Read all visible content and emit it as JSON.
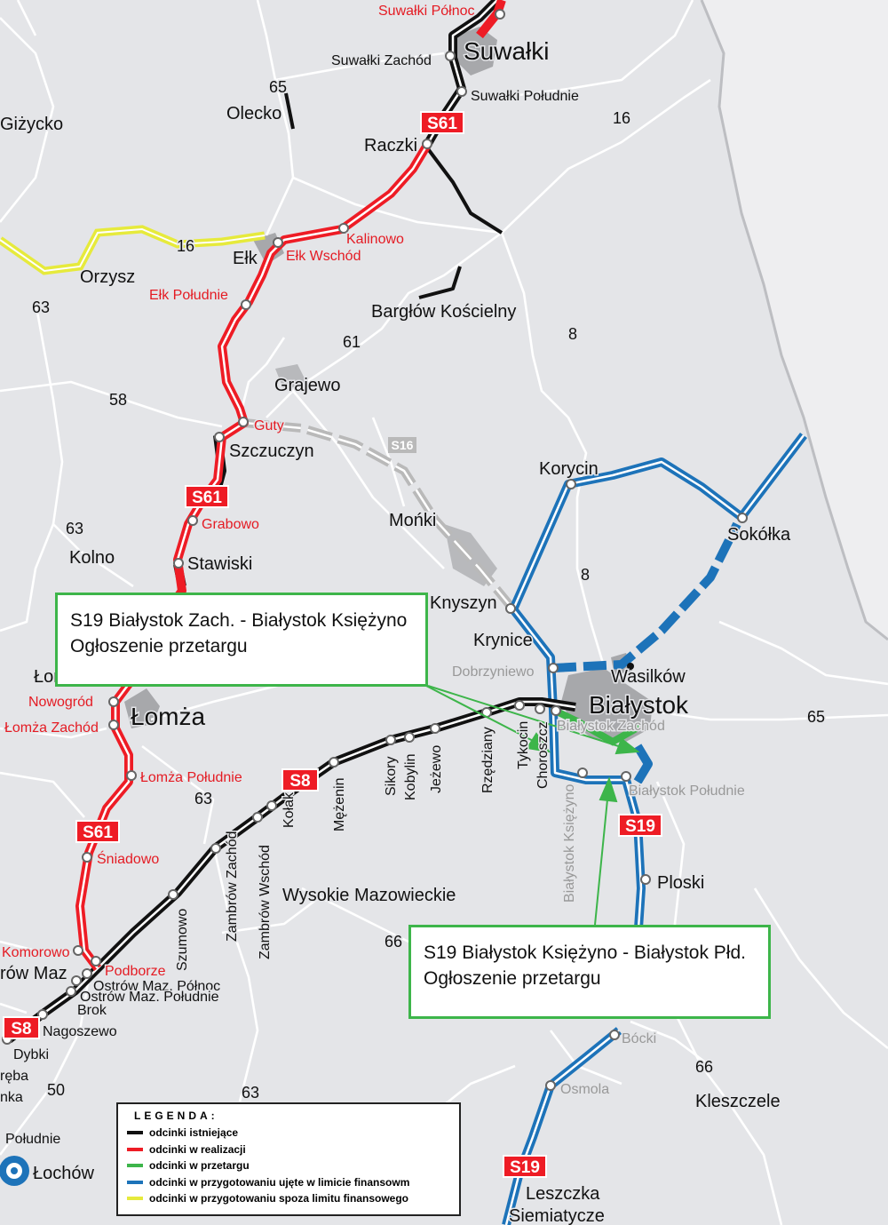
{
  "colors": {
    "background": "#e4e5e8",
    "minor_road": "#ffffff",
    "existing": "#111111",
    "in_construction": "#ee1c25",
    "in_tender": "#3db54a",
    "in_preparation_funded": "#1d73b9",
    "in_preparation_unfunded": "#e6ea3c",
    "planned_gray": "#b9b9b9",
    "border": "#bdbec2",
    "urban_area": "#a7a8ab",
    "red_label": "#e41b23"
  },
  "cities": [
    {
      "name": "Suwałki"
    },
    {
      "name": "Białystok"
    },
    {
      "name": "Łomża"
    }
  ],
  "towns": [
    {
      "name": "Giżycko"
    },
    {
      "name": "Olecko"
    },
    {
      "name": "Raczki"
    },
    {
      "name": "Ełk"
    },
    {
      "name": "Orzysz"
    },
    {
      "name": "Bargłów Kościelny"
    },
    {
      "name": "Grajewo"
    },
    {
      "name": "Szczuczyn"
    },
    {
      "name": "Kolno"
    },
    {
      "name": "Stawiski"
    },
    {
      "name": "Mońki"
    },
    {
      "name": "Korycin"
    },
    {
      "name": "Sokółka"
    },
    {
      "name": "Knyszyn"
    },
    {
      "name": "Krynice"
    },
    {
      "name": "Wasilków"
    },
    {
      "name": "Wysokie Mazowieckie"
    },
    {
      "name": "Ploski"
    },
    {
      "name": "Kleszczele"
    },
    {
      "name": "Leszczka"
    },
    {
      "name": "Siemiatycze"
    },
    {
      "name": "Łochów"
    },
    {
      "name": "rów Maz"
    },
    {
      "name": "Łom"
    }
  ],
  "nodes_black": [
    {
      "name": "Suwałki Zachód"
    },
    {
      "name": "Suwałki Południe"
    },
    {
      "name": "Ostrów Maz. Północ"
    },
    {
      "name": "Ostrów Maz. Południe"
    },
    {
      "name": "Brok"
    },
    {
      "name": "Nagoszewo"
    },
    {
      "name": "Dybki"
    },
    {
      "name": "ręba"
    },
    {
      "name": "nka"
    },
    {
      "name": "Południe"
    }
  ],
  "nodes_red": [
    {
      "name": "Suwałki Północ"
    },
    {
      "name": "Kalinowo"
    },
    {
      "name": "Ełk Wschód"
    },
    {
      "name": "Ełk Południe"
    },
    {
      "name": "Guty"
    },
    {
      "name": "Grabowo"
    },
    {
      "name": "Nowogród"
    },
    {
      "name": "Łomża Zachód"
    },
    {
      "name": "Łomża Południe"
    },
    {
      "name": "Śniadowo"
    },
    {
      "name": "Komorowo"
    },
    {
      "name": "Podborze"
    }
  ],
  "nodes_gray": [
    {
      "name": "Dobrzyniewo"
    },
    {
      "name": "Białystok Zachód"
    },
    {
      "name": "Białystok Południe"
    },
    {
      "name": "Bócki"
    },
    {
      "name": "Osmola"
    }
  ],
  "nodes_vertical": [
    {
      "name": "Szumowo"
    },
    {
      "name": "Zambrów Zachód"
    },
    {
      "name": "Zambrów Wschód"
    },
    {
      "name": "Kołaki"
    },
    {
      "name": "Mężenin"
    },
    {
      "name": "Sikory"
    },
    {
      "name": "Kobylin"
    },
    {
      "name": "Jeżewo"
    },
    {
      "name": "Rzędziany"
    },
    {
      "name": "Tykocin"
    },
    {
      "name": "Choroszcz"
    },
    {
      "name": "Białystok Księżyno"
    }
  ],
  "road_numbers": [
    {
      "text": "65"
    },
    {
      "text": "16"
    },
    {
      "text": "16"
    },
    {
      "text": "63"
    },
    {
      "text": "61"
    },
    {
      "text": "8"
    },
    {
      "text": "58"
    },
    {
      "text": "63"
    },
    {
      "text": "8"
    },
    {
      "text": "65"
    },
    {
      "text": "63"
    },
    {
      "text": "66"
    },
    {
      "text": "50"
    },
    {
      "text": "63"
    },
    {
      "text": "66"
    }
  ],
  "shields": [
    {
      "text": "S61"
    },
    {
      "text": "S61"
    },
    {
      "text": "S61"
    },
    {
      "text": "S8"
    },
    {
      "text": "S8"
    },
    {
      "text": "S19"
    },
    {
      "text": "S19"
    }
  ],
  "s16_label": "S16",
  "callouts": [
    {
      "line1": "S19 Białystok Zach. - Białystok Księżyno",
      "line2": "Ogłoszenie przetargu"
    },
    {
      "line1": "S19 Białystok Księżyno - Białystok Płd.",
      "line2": "Ogłoszenie przetargu"
    }
  ],
  "legend": {
    "title": "LEGENDA:",
    "items": [
      {
        "label": "odcinki istniejące",
        "color": "#111111"
      },
      {
        "label": "odcinki w realizacji",
        "color": "#ee1c25"
      },
      {
        "label": "odcinki w przetargu",
        "color": "#3db54a"
      },
      {
        "label": "odcinki w przygotowaniu ujęte w limicie finansowm",
        "color": "#1d73b9"
      },
      {
        "label": "odcinki w przygotowaniu spoza limitu finansowego",
        "color": "#e6ea3c"
      }
    ]
  }
}
